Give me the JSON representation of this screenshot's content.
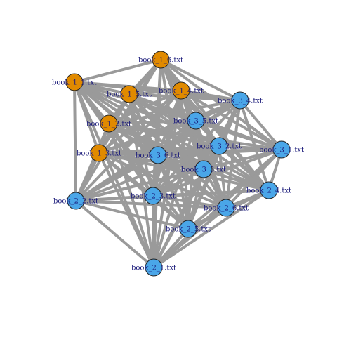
{
  "colors": {
    "background": "#ffffff",
    "edge": "#9a9a9a",
    "node_stroke": "#222222",
    "label": "#1a1a7a",
    "group_book_1": "#e08a00",
    "group_book_2": "#4aa6e8",
    "group_book_3": "#4aa6e8"
  },
  "nodes": [
    {
      "id": "book_1_1",
      "label": "book_1_1.txt",
      "group": "book_1"
    },
    {
      "id": "book_1_2",
      "label": "book_1_2.txt",
      "group": "book_1"
    },
    {
      "id": "book_1_3",
      "label": "book_1_3.txt",
      "group": "book_1"
    },
    {
      "id": "book_1_4",
      "label": "book_1_4.txt",
      "group": "book_1"
    },
    {
      "id": "book_1_5",
      "label": "book_1_5.txt",
      "group": "book_1"
    },
    {
      "id": "book_1_6",
      "label": "book_1_6.txt",
      "group": "book_1"
    },
    {
      "id": "book_2_1",
      "label": "book_2_1.txt",
      "group": "book_2"
    },
    {
      "id": "book_2_2",
      "label": "book_2_2.txt",
      "group": "book_2"
    },
    {
      "id": "book_2_3",
      "label": "book_2_3.txt",
      "group": "book_2"
    },
    {
      "id": "book_2_4",
      "label": "book_2_4.txt",
      "group": "book_2"
    },
    {
      "id": "book_2_5",
      "label": "book_2_5.txt",
      "group": "book_2"
    },
    {
      "id": "book_2_6",
      "label": "book_2_6.txt",
      "group": "book_2"
    },
    {
      "id": "book_3_1",
      "label": "book_3_1.txt",
      "group": "book_3"
    },
    {
      "id": "book_3_2",
      "label": "book_3_2.txt",
      "group": "book_3"
    },
    {
      "id": "book_3_3",
      "label": "book_3_3.txt",
      "group": "book_3"
    },
    {
      "id": "book_3_4",
      "label": "book_3_4.txt",
      "group": "book_3"
    },
    {
      "id": "book_3_5",
      "label": "book_3_5.txt",
      "group": "book_3"
    },
    {
      "id": "book_3_6",
      "label": "book_3_6.txt",
      "group": "book_3"
    }
  ]
}
